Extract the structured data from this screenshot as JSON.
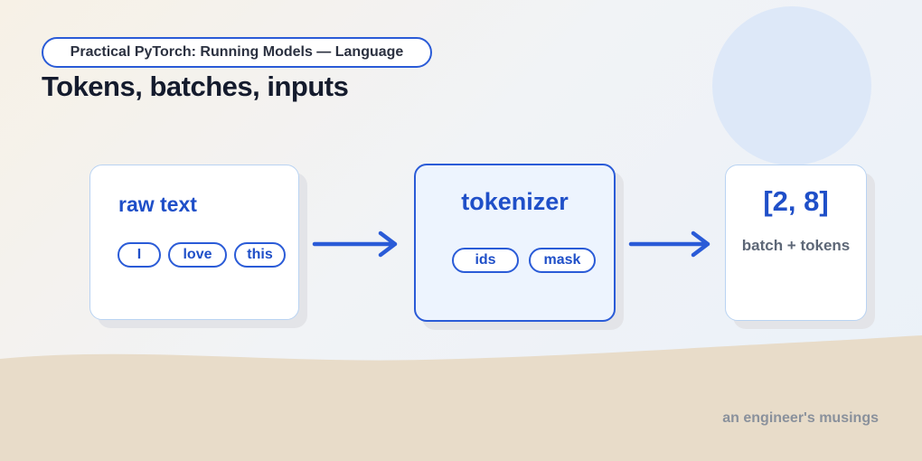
{
  "header": {
    "series_label": "Practical PyTorch: Running Models — Language",
    "title": "Tokens, batches, inputs"
  },
  "cards": [
    {
      "title": "raw text",
      "chips": [
        "I",
        "love",
        "this"
      ]
    },
    {
      "title": "tokenizer",
      "chips": [
        "ids",
        "mask"
      ]
    },
    {
      "title": "[2, 8]",
      "subtitle": "batch + tokens"
    }
  ],
  "footer": {
    "credit": "an engineer's musings"
  },
  "colors": {
    "accent": "#2a5bd7",
    "title_text": "#141b2d",
    "card_border": "#b9d3f2",
    "highlight_card_bg": "#edf4fe",
    "sand": "#e8dcc9",
    "circle": "#dde8f8"
  },
  "icons": [
    "right-arrow-icon",
    "right-arrow-icon"
  ]
}
